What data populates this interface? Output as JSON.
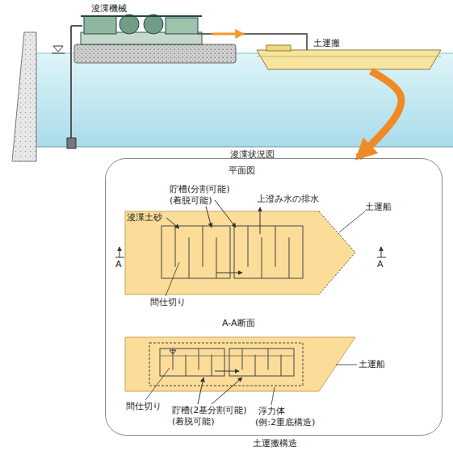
{
  "diagram": {
    "nodes": [
      {
        "text": [
          "浚渫機械"
        ]
      },
      {
        "text": [
          "土運搬"
        ]
      },
      {
        "text": [
          "土運搬構造"
        ]
      }
    ],
    "edges": [
      {
        "from": 1,
        "to": 2,
        "arrow": "to"
      }
    ],
    "labels": [
      "浚渫状況図",
      "平面図",
      "貯槽(分割可能)",
      "(着脱可能)",
      "上澄み水の排水",
      "土運船",
      "浚渫土砂",
      "A",
      "A",
      "間仕切り",
      "A-A断面",
      "土運船",
      "間仕切り",
      "貯槽(2基分割可能)",
      "(着脱可能)",
      "浮力体",
      "(例:2重底構造)"
    ]
  }
}
